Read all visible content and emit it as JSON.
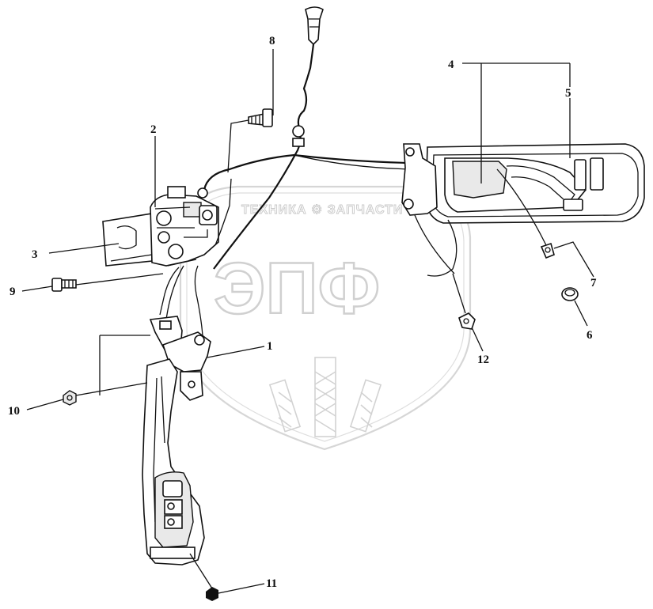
{
  "watermark": {
    "brand_text": "ТЕХНИКА ⚙ ЗАПЧАСТИ",
    "logo_text": "ЭПФ"
  },
  "callouts": [
    {
      "id": "callout-1",
      "label": "1"
    },
    {
      "id": "callout-2",
      "label": "2"
    },
    {
      "id": "callout-3",
      "label": "3"
    },
    {
      "id": "callout-4",
      "label": "4"
    },
    {
      "id": "callout-5",
      "label": "5"
    },
    {
      "id": "callout-6",
      "label": "6"
    },
    {
      "id": "callout-7",
      "label": "7"
    },
    {
      "id": "callout-8",
      "label": "8"
    },
    {
      "id": "callout-9",
      "label": "9"
    },
    {
      "id": "callout-10",
      "label": "10"
    },
    {
      "id": "callout-11",
      "label": "11"
    },
    {
      "id": "callout-12",
      "label": "12"
    }
  ]
}
